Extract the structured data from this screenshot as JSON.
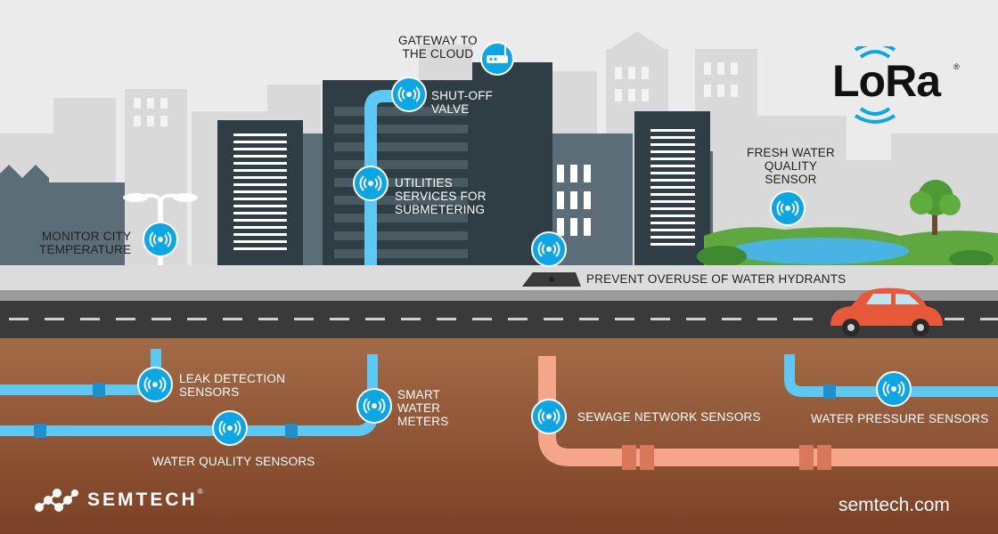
{
  "labels": {
    "gateway": "GATEWAY TO\nTHE CLOUD",
    "shutoff": "SHUT-OFF\nVALVE",
    "utilities": "UTILITIES\nSERVICES FOR\nSUBMETERING",
    "monitor": "MONITOR CITY\nTEMPERATURE",
    "freshwater": "FRESH WATER\nQUALITY\nSENSOR",
    "hydrants": "PREVENT OVERUSE OF WATER HYDRANTS",
    "leak": "LEAK DETECTION\nSENSORS",
    "smart": "SMART\nWATER\nMETERS",
    "quality": "WATER QUALITY SENSORS",
    "sewage": "SEWAGE NETWORK SENSORS",
    "pressure": "WATER PRESSURE SENSORS"
  },
  "brand": {
    "name": "SEMTECH",
    "website": "semtech.com",
    "lora": "LoRa",
    "registered": "®",
    "semtech_registered": "®"
  },
  "colors": {
    "sky": "#ebebeb",
    "building_dark": "#2f3d45",
    "building_mid": "#596a73",
    "building_light": "#d5d5d5",
    "water_pipe": "#5cc9f5",
    "sewage_pipe": "#f5a58a",
    "soil": "#8a4b2a",
    "road": "#3a3a3a",
    "sensor": "#0aa7e4",
    "car": "#e8593a"
  },
  "icons": [
    "sensor-icon",
    "router-icon",
    "streetlamp-icon",
    "tree-icon",
    "car-icon",
    "manhole-icon",
    "semtech-logo-icon",
    "lora-signal-icon"
  ]
}
